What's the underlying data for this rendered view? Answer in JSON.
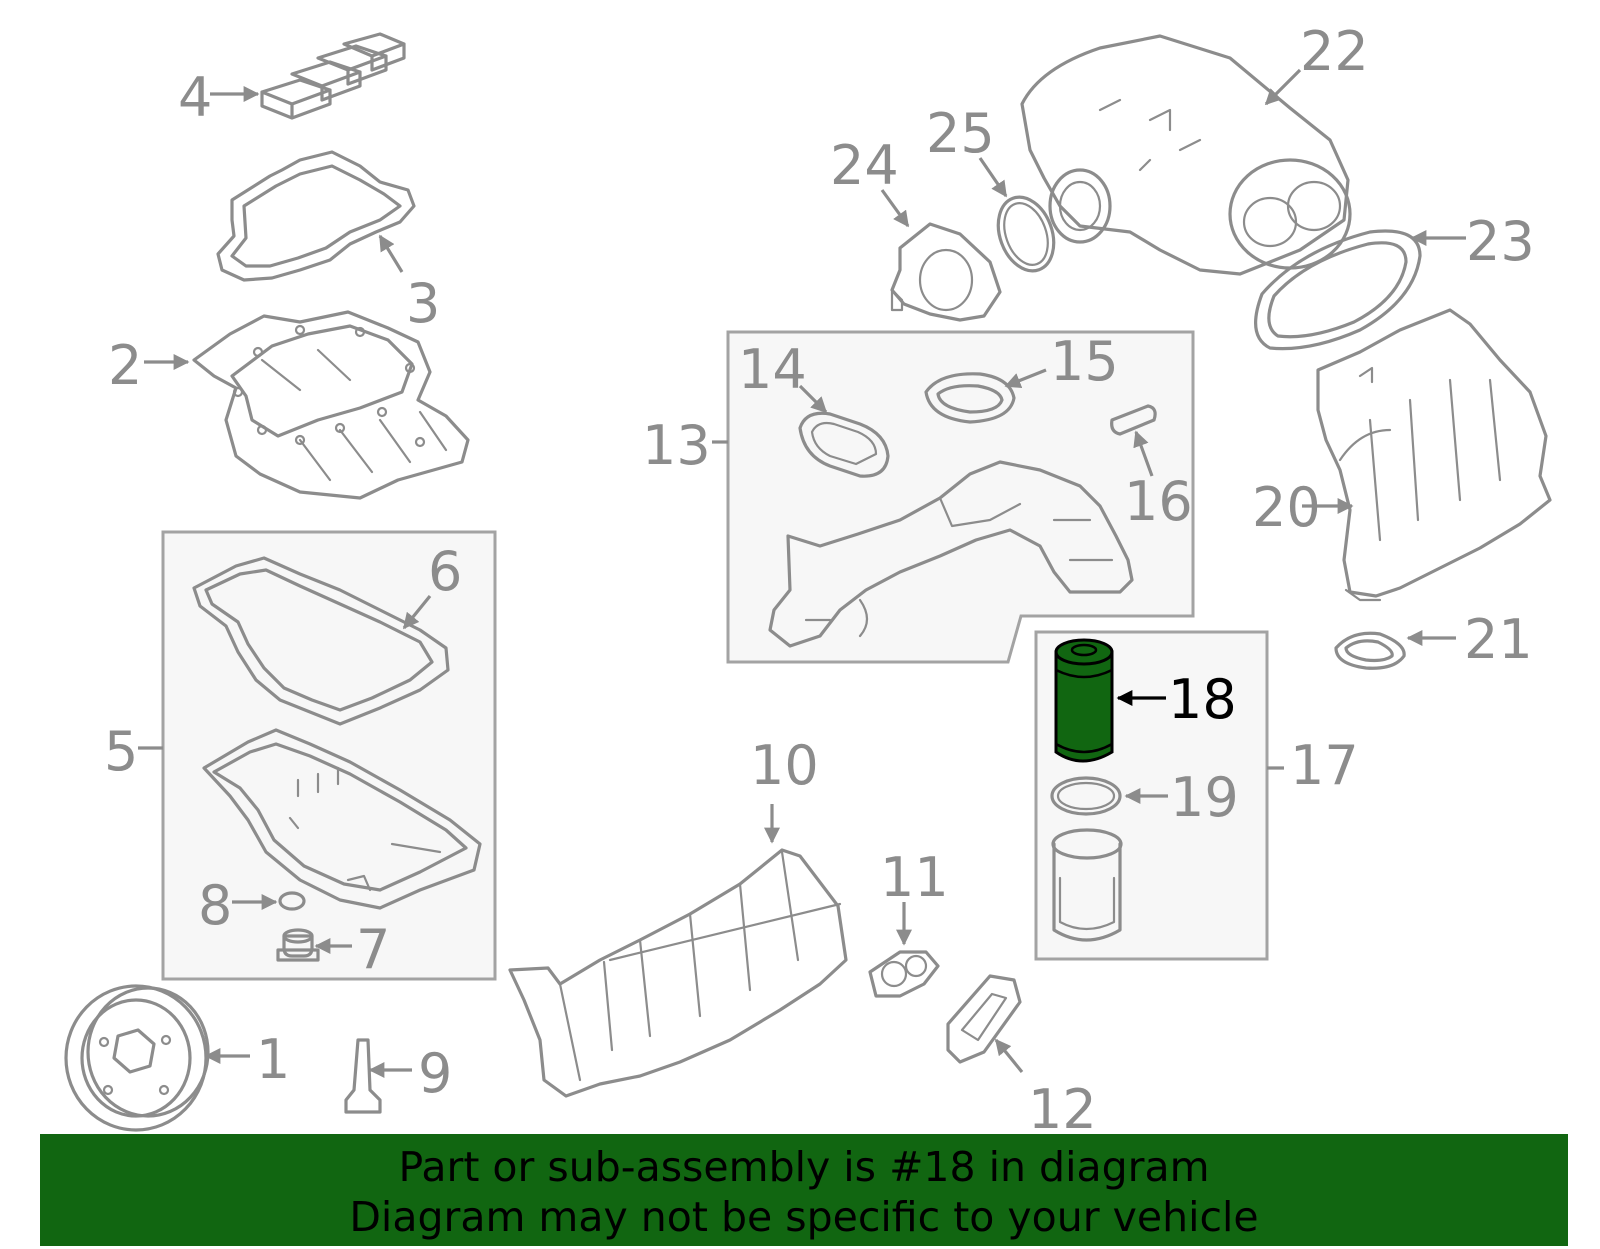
{
  "diagram": {
    "callouts": [
      "1",
      "2",
      "3",
      "4",
      "5",
      "6",
      "7",
      "8",
      "9",
      "10",
      "11",
      "12",
      "13",
      "14",
      "15",
      "16",
      "17",
      "18",
      "19",
      "20",
      "21",
      "22",
      "23",
      "24",
      "25"
    ],
    "highlighted_callout": "18",
    "colors": {
      "highlight_fill": "#116611",
      "line": "#8c8c8c",
      "box_fill": "#f7f7f7",
      "banner": "#116611"
    }
  },
  "banner": {
    "line1": "Part or sub-assembly is #18 in diagram",
    "line2": "Diagram may not be specific to your vehicle"
  }
}
